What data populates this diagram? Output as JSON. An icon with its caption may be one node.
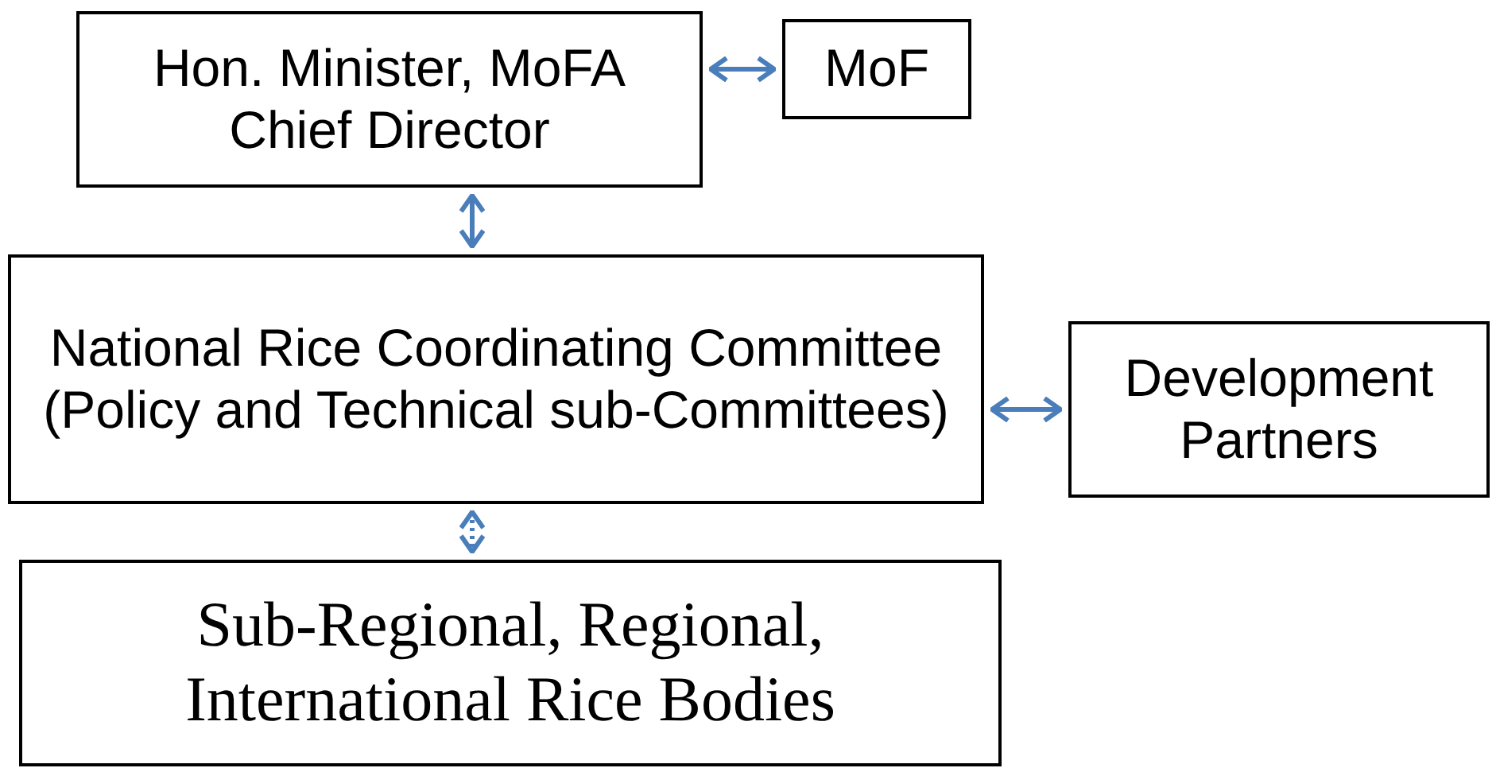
{
  "diagram": {
    "nodes": [
      {
        "text": [
          "Hon. Minister, MoFA",
          "Chief Director"
        ]
      },
      {
        "text": [
          "MoF"
        ]
      },
      {
        "text": [
          "National Rice Coordinating Committee (Policy and Technical sub-Committees)"
        ]
      },
      {
        "text": [
          "Development Partners"
        ]
      },
      {
        "text": [
          "Sub-Regional, Regional, International Rice Bodies"
        ]
      }
    ],
    "edges": [
      {
        "from": 0,
        "to": 1,
        "arrow": "both"
      },
      {
        "from": 0,
        "to": 2,
        "arrow": "both"
      },
      {
        "from": 2,
        "to": 3,
        "arrow": "both"
      },
      {
        "from": 2,
        "to": 4,
        "arrow": "both",
        "style": "dashed"
      }
    ]
  }
}
